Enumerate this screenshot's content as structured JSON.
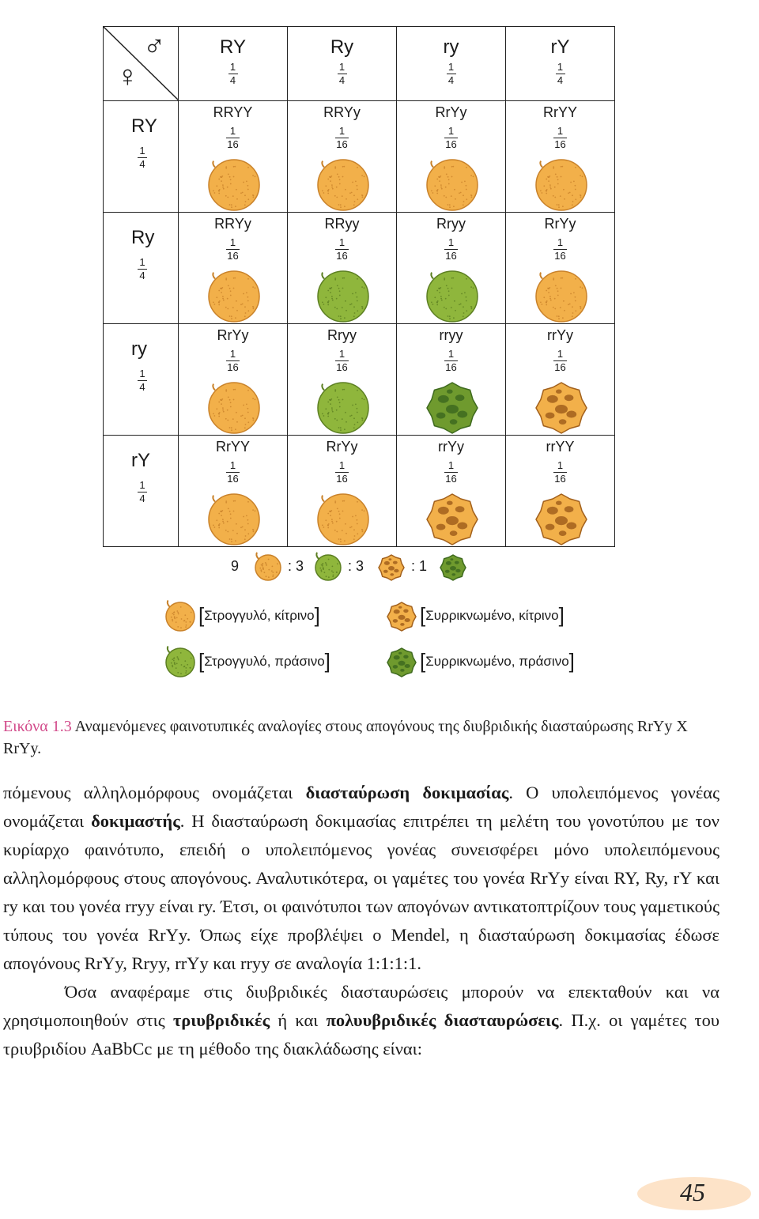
{
  "punnett": {
    "male_symbol": "♂",
    "female_symbol": "♀",
    "col_gametes": [
      {
        "gamete": "RY",
        "num": "1",
        "den": "4"
      },
      {
        "gamete": "Ry",
        "num": "1",
        "den": "4"
      },
      {
        "gamete": "ry",
        "num": "1",
        "den": "4"
      },
      {
        "gamete": "rY",
        "num": "1",
        "den": "4"
      }
    ],
    "row_gametes": [
      {
        "gamete": "RY",
        "num": "1",
        "den": "4"
      },
      {
        "gamete": "Ry",
        "num": "1",
        "den": "4"
      },
      {
        "gamete": "ry",
        "num": "1",
        "den": "4"
      },
      {
        "gamete": "rY",
        "num": "1",
        "den": "4"
      }
    ],
    "cells": [
      [
        {
          "genotype": "RRYY",
          "num": "1",
          "den": "16",
          "phenotype": "round-yellow"
        },
        {
          "genotype": "RRYy",
          "num": "1",
          "den": "16",
          "phenotype": "round-yellow"
        },
        {
          "genotype": "RrYy",
          "num": "1",
          "den": "16",
          "phenotype": "round-yellow"
        },
        {
          "genotype": "RrYY",
          "num": "1",
          "den": "16",
          "phenotype": "round-yellow"
        }
      ],
      [
        {
          "genotype": "RRYy",
          "num": "1",
          "den": "16",
          "phenotype": "round-yellow"
        },
        {
          "genotype": "RRyy",
          "num": "1",
          "den": "16",
          "phenotype": "round-green"
        },
        {
          "genotype": "Rryy",
          "num": "1",
          "den": "16",
          "phenotype": "round-green"
        },
        {
          "genotype": "RrYy",
          "num": "1",
          "den": "16",
          "phenotype": "round-yellow"
        }
      ],
      [
        {
          "genotype": "RrYy",
          "num": "1",
          "den": "16",
          "phenotype": "round-yellow"
        },
        {
          "genotype": "Rryy",
          "num": "1",
          "den": "16",
          "phenotype": "round-green"
        },
        {
          "genotype": "rryy",
          "num": "1",
          "den": "16",
          "phenotype": "wrinkled-green"
        },
        {
          "genotype": "rrYy",
          "num": "1",
          "den": "16",
          "phenotype": "wrinkled-yellow"
        }
      ],
      [
        {
          "genotype": "RrYY",
          "num": "1",
          "den": "16",
          "phenotype": "round-yellow"
        },
        {
          "genotype": "RrYy",
          "num": "1",
          "den": "16",
          "phenotype": "round-yellow"
        },
        {
          "genotype": "rrYy",
          "num": "1",
          "den": "16",
          "phenotype": "wrinkled-yellow"
        },
        {
          "genotype": "rrYY",
          "num": "1",
          "den": "16",
          "phenotype": "wrinkled-yellow"
        }
      ]
    ]
  },
  "ratio": {
    "a": "9",
    "b": ": 3",
    "c": ": 3",
    "d": ": 1"
  },
  "legend": {
    "round_yellow": "Στρογγυλό, κίτρινο",
    "wrinkled_yellow": "Συρρικνωμένο, κίτρινο",
    "round_green": "Στρογγυλό, πράσινο",
    "wrinkled_green": "Συρρικνωμένο, πράσινο"
  },
  "colors": {
    "yellow": "#f2b04a",
    "green": "#8fb63c",
    "dark_green": "#3e6a1e",
    "caption_accent": "#d24a8a",
    "page_badge": "#fde3c8"
  },
  "caption": {
    "figure": "Εικόνα 1.3",
    "text": " Αναμενόμενες φαινοτυπικές αναλογίες στους απογόνους της διυβριδικής διασταύρωσης RrYy X RrYy."
  },
  "body": {
    "p1_a": "πόμενους αλληλομόρφους ονομάζεται ",
    "p1_b1": "διασταύρωση δοκιμασίας",
    "p1_c": ". Ο υπολειπόμενος γονέας ονομάζεται ",
    "p1_b2": "δοκιμαστής",
    "p1_d": ". Η διασταύρωση δοκιμασίας επιτρέπει τη μελέτη του γονοτύπου με τον κυρίαρχο φαινότυπο, επειδή ο υπολειπόμενος γονέας συνεισφέρει μόνο υπολειπόμενους αλληλομόρφους στους απογόνους. Αναλυτικότερα, οι γαμέτες του γονέα RrYy είναι RY, Ry, rY και ry και του γονέα rryy είναι ry. Έτσι, οι φαινότυποι των απογόνων αντικατοπτρίζουν τους γαμετικούς τύπους του γονέα RrYy. Όπως είχε προβλέψει ο Mendel, η διασταύρωση δοκιμασίας έδωσε απογόνους RrYy, Rryy, rrYy και rryy σε αναλογία 1:1:1:1.",
    "p2_a": "Όσα αναφέραμε στις διυβριδικές διασταυρώσεις μπορούν να επεκταθούν και να χρησιμοποιηθούν στις ",
    "p2_b1": "τριυβριδικές",
    "p2_c": " ή και ",
    "p2_b2": "πολυυβριδικές διασταυρώσεις",
    "p2_d": ". Π.χ. οι γαμέτες του τριυβριδίου AaBbCc με τη μέθοδο της διακλάδωσης είναι:"
  },
  "page_number": "45"
}
